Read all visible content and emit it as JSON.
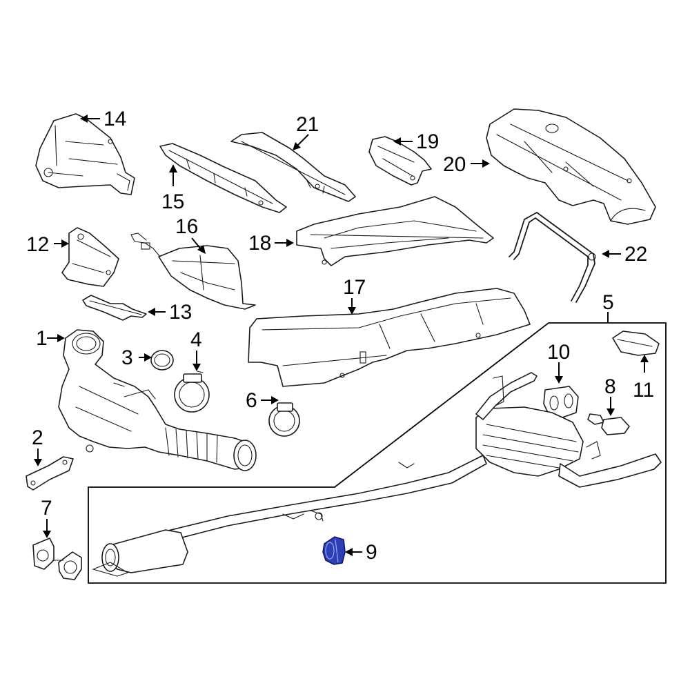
{
  "diagram": {
    "highlight_color": "#2d3fb3",
    "highlighted_part": "9",
    "callouts": {
      "c1": "1",
      "c2": "2",
      "c3": "3",
      "c4": "4",
      "c5": "5",
      "c6": "6",
      "c7": "7",
      "c8": "8",
      "c9": "9",
      "c10": "10",
      "c11": "11",
      "c12": "12",
      "c13": "13",
      "c14": "14",
      "c15": "15",
      "c16": "16",
      "c17": "17",
      "c18": "18",
      "c19": "19",
      "c20": "20",
      "c21": "21",
      "c22": "22"
    }
  }
}
